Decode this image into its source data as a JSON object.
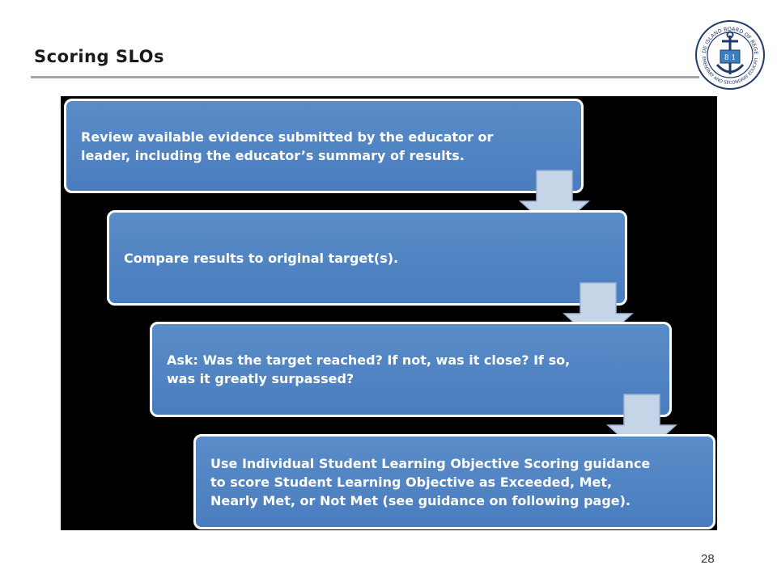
{
  "slide": {
    "title": "Scoring SLOs",
    "page_number": "28"
  },
  "logo": {
    "icon": "anchor-seal-icon",
    "ring_text_top": "RHODE ISLAND BOARD OF REGENTS",
    "ring_text_bottom": "ELEMENTARY AND SECONDARY EDUCATION",
    "shield_text": "8 1"
  },
  "flow": {
    "steps": [
      {
        "text": "Review available evidence submitted by the educator or\nleader, including the educator’s summary of results."
      },
      {
        "text": "Compare results to original target(s)."
      },
      {
        "text": "Ask: Was the target reached?  If not, was it close?  If so,\nwas it greatly surpassed?"
      },
      {
        "text": "Use Individual Student Learning Objective Scoring guidance\nto score Student Learning Objective as Exceeded, Met,\nNearly Met, or Not Met (see guidance on following page)."
      }
    ],
    "colors": {
      "box": "#4f81bd",
      "arrow": "#c6d4e8",
      "panel": "#000000"
    }
  }
}
